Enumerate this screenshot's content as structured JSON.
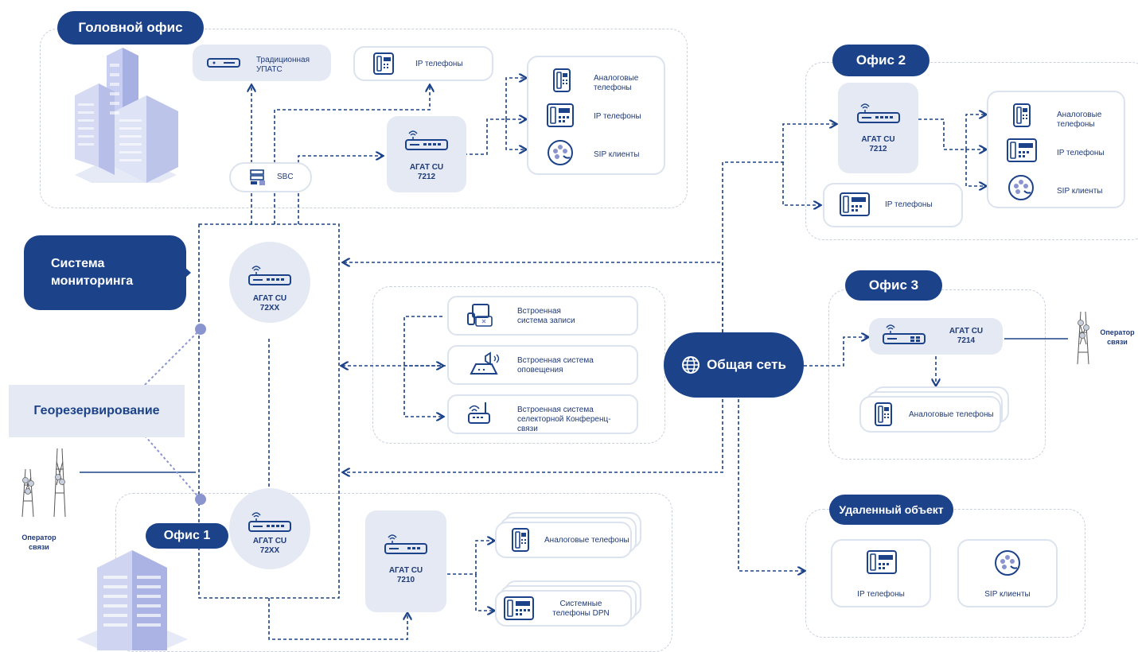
{
  "head_office": {
    "title": "Головной офис",
    "traditional_pbx": "Традиционная УПАТС",
    "ip_phones": "IP телефоны",
    "sbc": "SBC",
    "agat_name": "АГАТ CU",
    "agat_model": "7212",
    "analog_phones": "Аналоговые телефоны",
    "ip_phones_2": "IP телефоны",
    "sip_clients": "SIP клиенты"
  },
  "monitoring": {
    "title": "Система мониторинга"
  },
  "geo_reservation": {
    "title": "Георезервирование"
  },
  "operator_left": {
    "title": "Оператор связи"
  },
  "core": {
    "top_name": "АГАТ CU",
    "top_model": "72XX",
    "bottom_name": "АГАТ CU",
    "bottom_model": "72XX"
  },
  "builtin": {
    "recording": "Встроенная система записи",
    "alerting": "Встроенная система оповещения",
    "conference": "Встроенная система селекторной Конференц-связи"
  },
  "network": {
    "title": "Общая сеть"
  },
  "office1": {
    "title": "Офис 1",
    "agat_name": "АГАТ CU",
    "agat_model": "7210",
    "analog_phones": "Аналоговые телефоны",
    "system_phones": "Системные телефоны DPN"
  },
  "office2": {
    "title": "Офис 2",
    "agat_name": "АГАТ CU",
    "agat_model": "7212",
    "ip_phones": "IP телефоны",
    "analog_phones": "Аналоговые телефоны",
    "ip_phones_2": "IP телефоны",
    "sip_clients": "SIP клиенты"
  },
  "office3": {
    "title": "Офис 3",
    "agat_name": "АГАТ CU",
    "agat_model": "7214",
    "analog_phones": "Аналоговые телефоны",
    "operator": "Оператор связи"
  },
  "remote": {
    "title": "Удаленный объект",
    "ip_phones": "IP телефоны",
    "sip_clients": "SIP клиенты"
  },
  "colors": {
    "primary": "#1c4389",
    "card_bg": "#e4e9f3",
    "dashed": "#c9d0dc",
    "link": "#1c4389",
    "node": "#8a95cf"
  }
}
